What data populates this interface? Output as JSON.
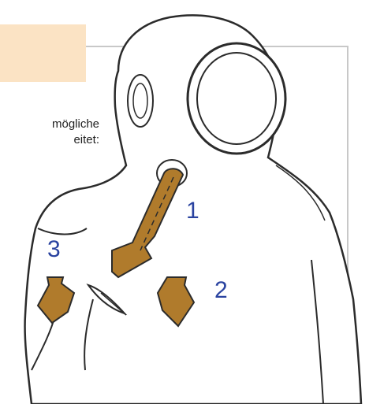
{
  "text_fragment": {
    "line1": "mögliche",
    "line2": "eitet:"
  },
  "markers": [
    {
      "label": "1",
      "name": "valve-tube-location"
    },
    {
      "label": "2",
      "name": "right-chest-pocket"
    },
    {
      "label": "3",
      "name": "left-arm-pocket"
    }
  ],
  "colors": {
    "outline": "#2b2b2b",
    "suit_fill": "#ffffff",
    "patch_fill": "#b07b2c",
    "marker_text": "#2a43a0",
    "accent_box": "#fbe3c4",
    "frame": "#c8c8c8"
  }
}
